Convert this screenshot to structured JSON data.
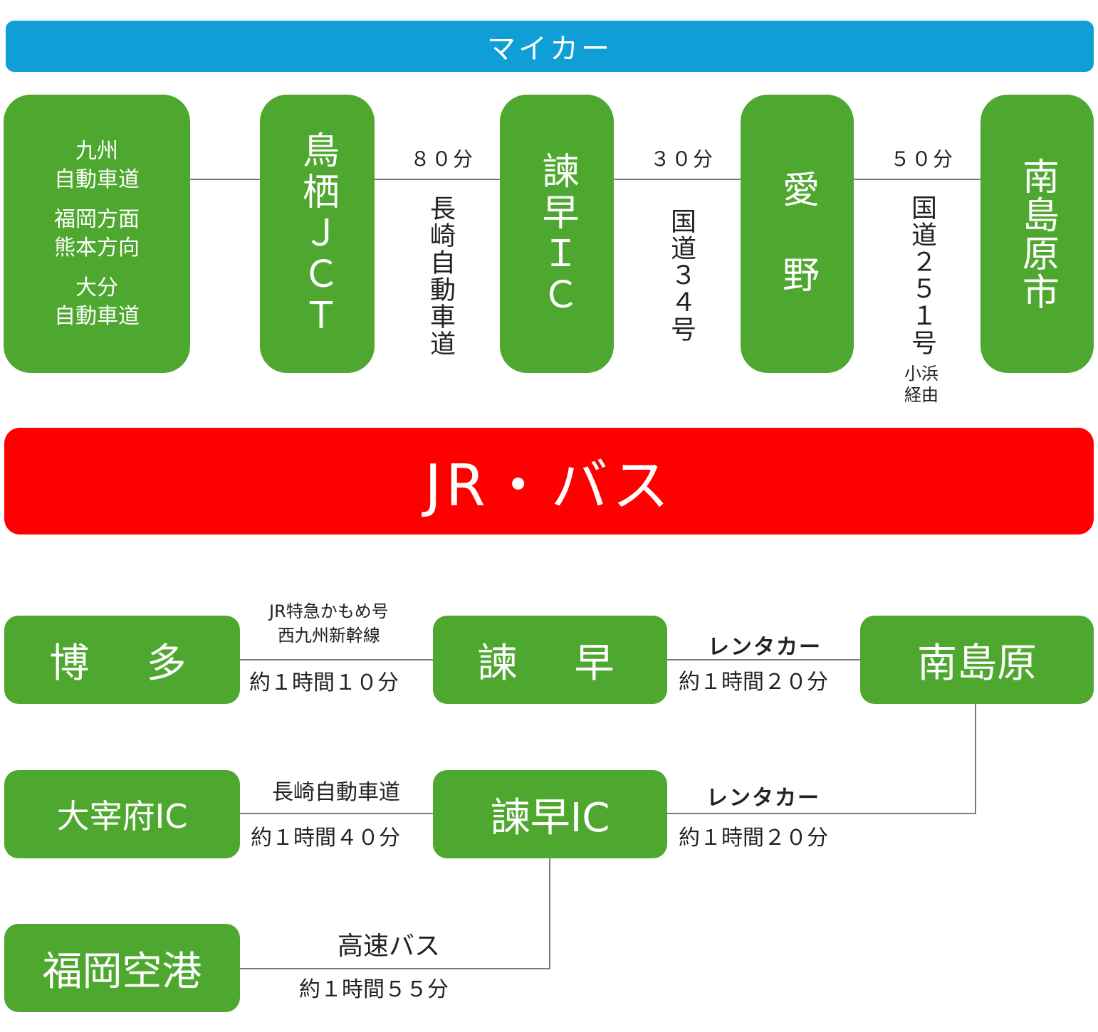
{
  "car_section": {
    "title": "マイカー",
    "color": "#0f9ed6",
    "start": {
      "groups": [
        [
          "九州",
          "自動車道"
        ],
        [
          "福岡方面",
          "熊本方向"
        ],
        [
          "大分",
          "自動車道"
        ]
      ]
    },
    "nodes": [
      {
        "name": "鳥栖ＪＣＴ"
      },
      {
        "name": "諫早ＩＣ"
      },
      {
        "name": "愛　野"
      },
      {
        "name": "南島原市"
      }
    ],
    "segments": [
      {
        "time": "８０分",
        "route": "長崎自動車道",
        "note": ""
      },
      {
        "time": "３０分",
        "route": "国道３４号",
        "note": ""
      },
      {
        "time": "５０分",
        "route": "国道２５１号",
        "note_lines": [
          "小浜",
          "経由"
        ]
      }
    ]
  },
  "jr_section": {
    "title": "JR・バス",
    "color": "#ff0000",
    "nodes": {
      "hakata": "博　多",
      "isahaya": "諫　早",
      "minamishimabara": "南島原",
      "dazaifu_ic": "大宰府IC",
      "isahaya_ic": "諫早IC",
      "fukuoka_airport": "福岡空港"
    },
    "links": {
      "hakata_isahaya": {
        "above": [
          "JR特急かもめ号",
          "西九州新幹線"
        ],
        "below": "約１時間１０分"
      },
      "isahaya_minamishimabara": {
        "above": "レンタカー",
        "below": "約１時間２０分"
      },
      "dazaifu_isahaya_ic": {
        "above": "長崎自動車道",
        "below": "約１時間４０分"
      },
      "isahaya_ic_minamishimabara": {
        "above": "レンタカー",
        "below": "約１時間２０分"
      },
      "airport_isahaya_ic": {
        "above": "高速バス",
        "below": "約１時間５５分"
      }
    }
  },
  "node_color": "#4ea72e"
}
